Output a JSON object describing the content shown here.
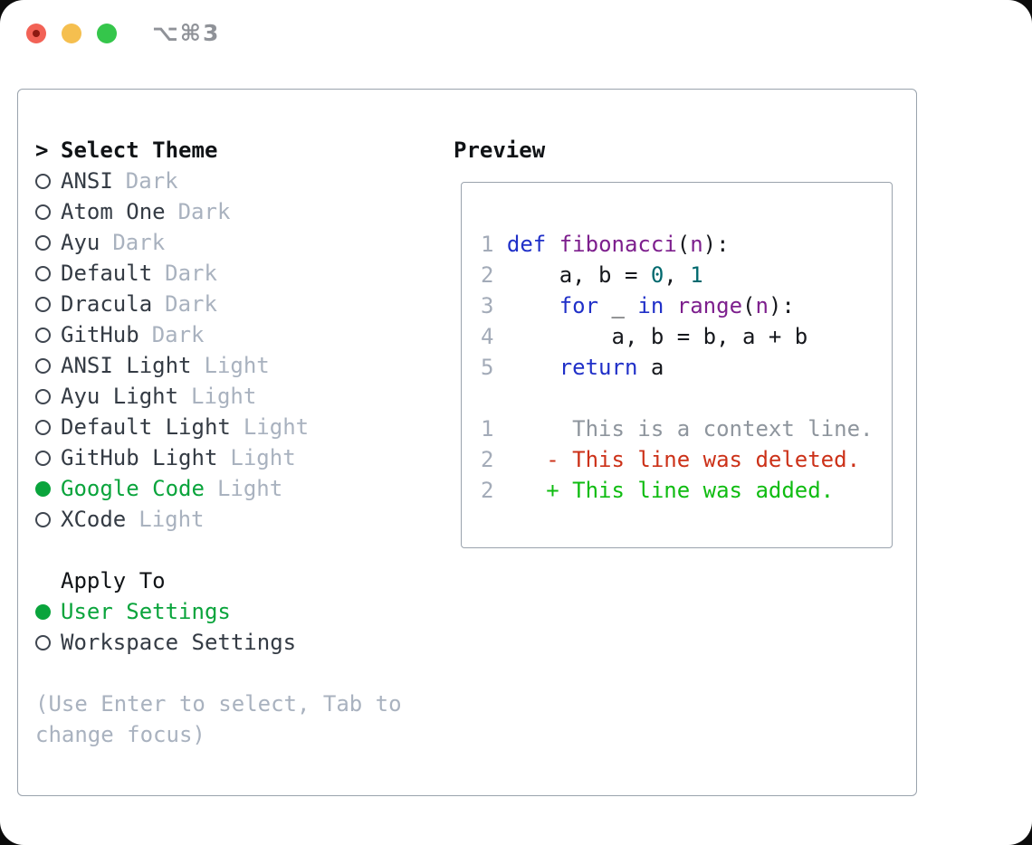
{
  "window": {
    "title": "⌥⌘3",
    "traffic_lights": {
      "close": "red",
      "minimize": "yellow",
      "zoom": "green"
    }
  },
  "colors": {
    "selected_green": "#0aa43c",
    "keyword": "#2030c8",
    "name": "#7d1f8d",
    "literal": "#00696e",
    "plain": "#16181d",
    "lineno": "#a3abb8",
    "context": "#8e959d",
    "deleted": "#cc3118",
    "added": "#0fbc11",
    "item_text": "#343b44",
    "tag_text": "#a9b2bf",
    "border_gray": "#9aa3ad"
  },
  "theme_selector": {
    "header_marker": ">",
    "header": "Select Theme",
    "items": [
      {
        "name": "ANSI",
        "tag": "Dark",
        "selected": false
      },
      {
        "name": "Atom One",
        "tag": "Dark",
        "selected": false
      },
      {
        "name": "Ayu",
        "tag": "Dark",
        "selected": false
      },
      {
        "name": "Default",
        "tag": "Dark",
        "selected": false
      },
      {
        "name": "Dracula",
        "tag": "Dark",
        "selected": false
      },
      {
        "name": "GitHub",
        "tag": "Dark",
        "selected": false
      },
      {
        "name": "ANSI Light",
        "tag": "Light",
        "selected": false
      },
      {
        "name": "Ayu Light",
        "tag": "Light",
        "selected": false
      },
      {
        "name": "Default Light",
        "tag": "Light",
        "selected": false
      },
      {
        "name": "GitHub Light",
        "tag": "Light",
        "selected": false
      },
      {
        "name": "Google Code",
        "tag": "Light",
        "selected": true
      },
      {
        "name": "XCode",
        "tag": "Light",
        "selected": false
      }
    ]
  },
  "apply_to": {
    "header": "Apply To",
    "options": [
      {
        "label": "User Settings",
        "selected": true
      },
      {
        "label": "Workspace Settings",
        "selected": false
      }
    ]
  },
  "hint": {
    "line1": "(Use Enter to select, Tab to",
    "line2": "change focus)"
  },
  "preview": {
    "header": "Preview",
    "lines": [
      {
        "no": "1",
        "tokens": [
          {
            "t": " ",
            "c": "plain"
          },
          {
            "t": "def",
            "c": "keyword"
          },
          {
            "t": " ",
            "c": "plain"
          },
          {
            "t": "fibonacci",
            "c": "name"
          },
          {
            "t": "(",
            "c": "plain"
          },
          {
            "t": "n",
            "c": "name"
          },
          {
            "t": "):",
            "c": "plain"
          }
        ]
      },
      {
        "no": "2",
        "tokens": [
          {
            "t": "     a, b = ",
            "c": "plain"
          },
          {
            "t": "0",
            "c": "literal"
          },
          {
            "t": ", ",
            "c": "plain"
          },
          {
            "t": "1",
            "c": "literal"
          }
        ]
      },
      {
        "no": "3",
        "tokens": [
          {
            "t": "     ",
            "c": "plain"
          },
          {
            "t": "for",
            "c": "keyword"
          },
          {
            "t": " _ ",
            "c": "plain"
          },
          {
            "t": "in",
            "c": "keyword"
          },
          {
            "t": " ",
            "c": "plain"
          },
          {
            "t": "range",
            "c": "name"
          },
          {
            "t": "(",
            "c": "plain"
          },
          {
            "t": "n",
            "c": "name"
          },
          {
            "t": "):",
            "c": "plain"
          }
        ]
      },
      {
        "no": "4",
        "tokens": [
          {
            "t": "         a, b = b, a + b",
            "c": "plain"
          }
        ]
      },
      {
        "no": "5",
        "tokens": [
          {
            "t": "     ",
            "c": "plain"
          },
          {
            "t": "return",
            "c": "keyword"
          },
          {
            "t": " a",
            "c": "plain"
          }
        ]
      },
      {
        "no": "",
        "tokens": []
      },
      {
        "no": "1",
        "tokens": [
          {
            "t": "      This is a context line.",
            "c": "context"
          }
        ]
      },
      {
        "no": "2",
        "tokens": [
          {
            "t": "    - This line was deleted.",
            "c": "deleted"
          }
        ]
      },
      {
        "no": "2",
        "tokens": [
          {
            "t": "    + This line was added.",
            "c": "added"
          }
        ]
      }
    ]
  }
}
